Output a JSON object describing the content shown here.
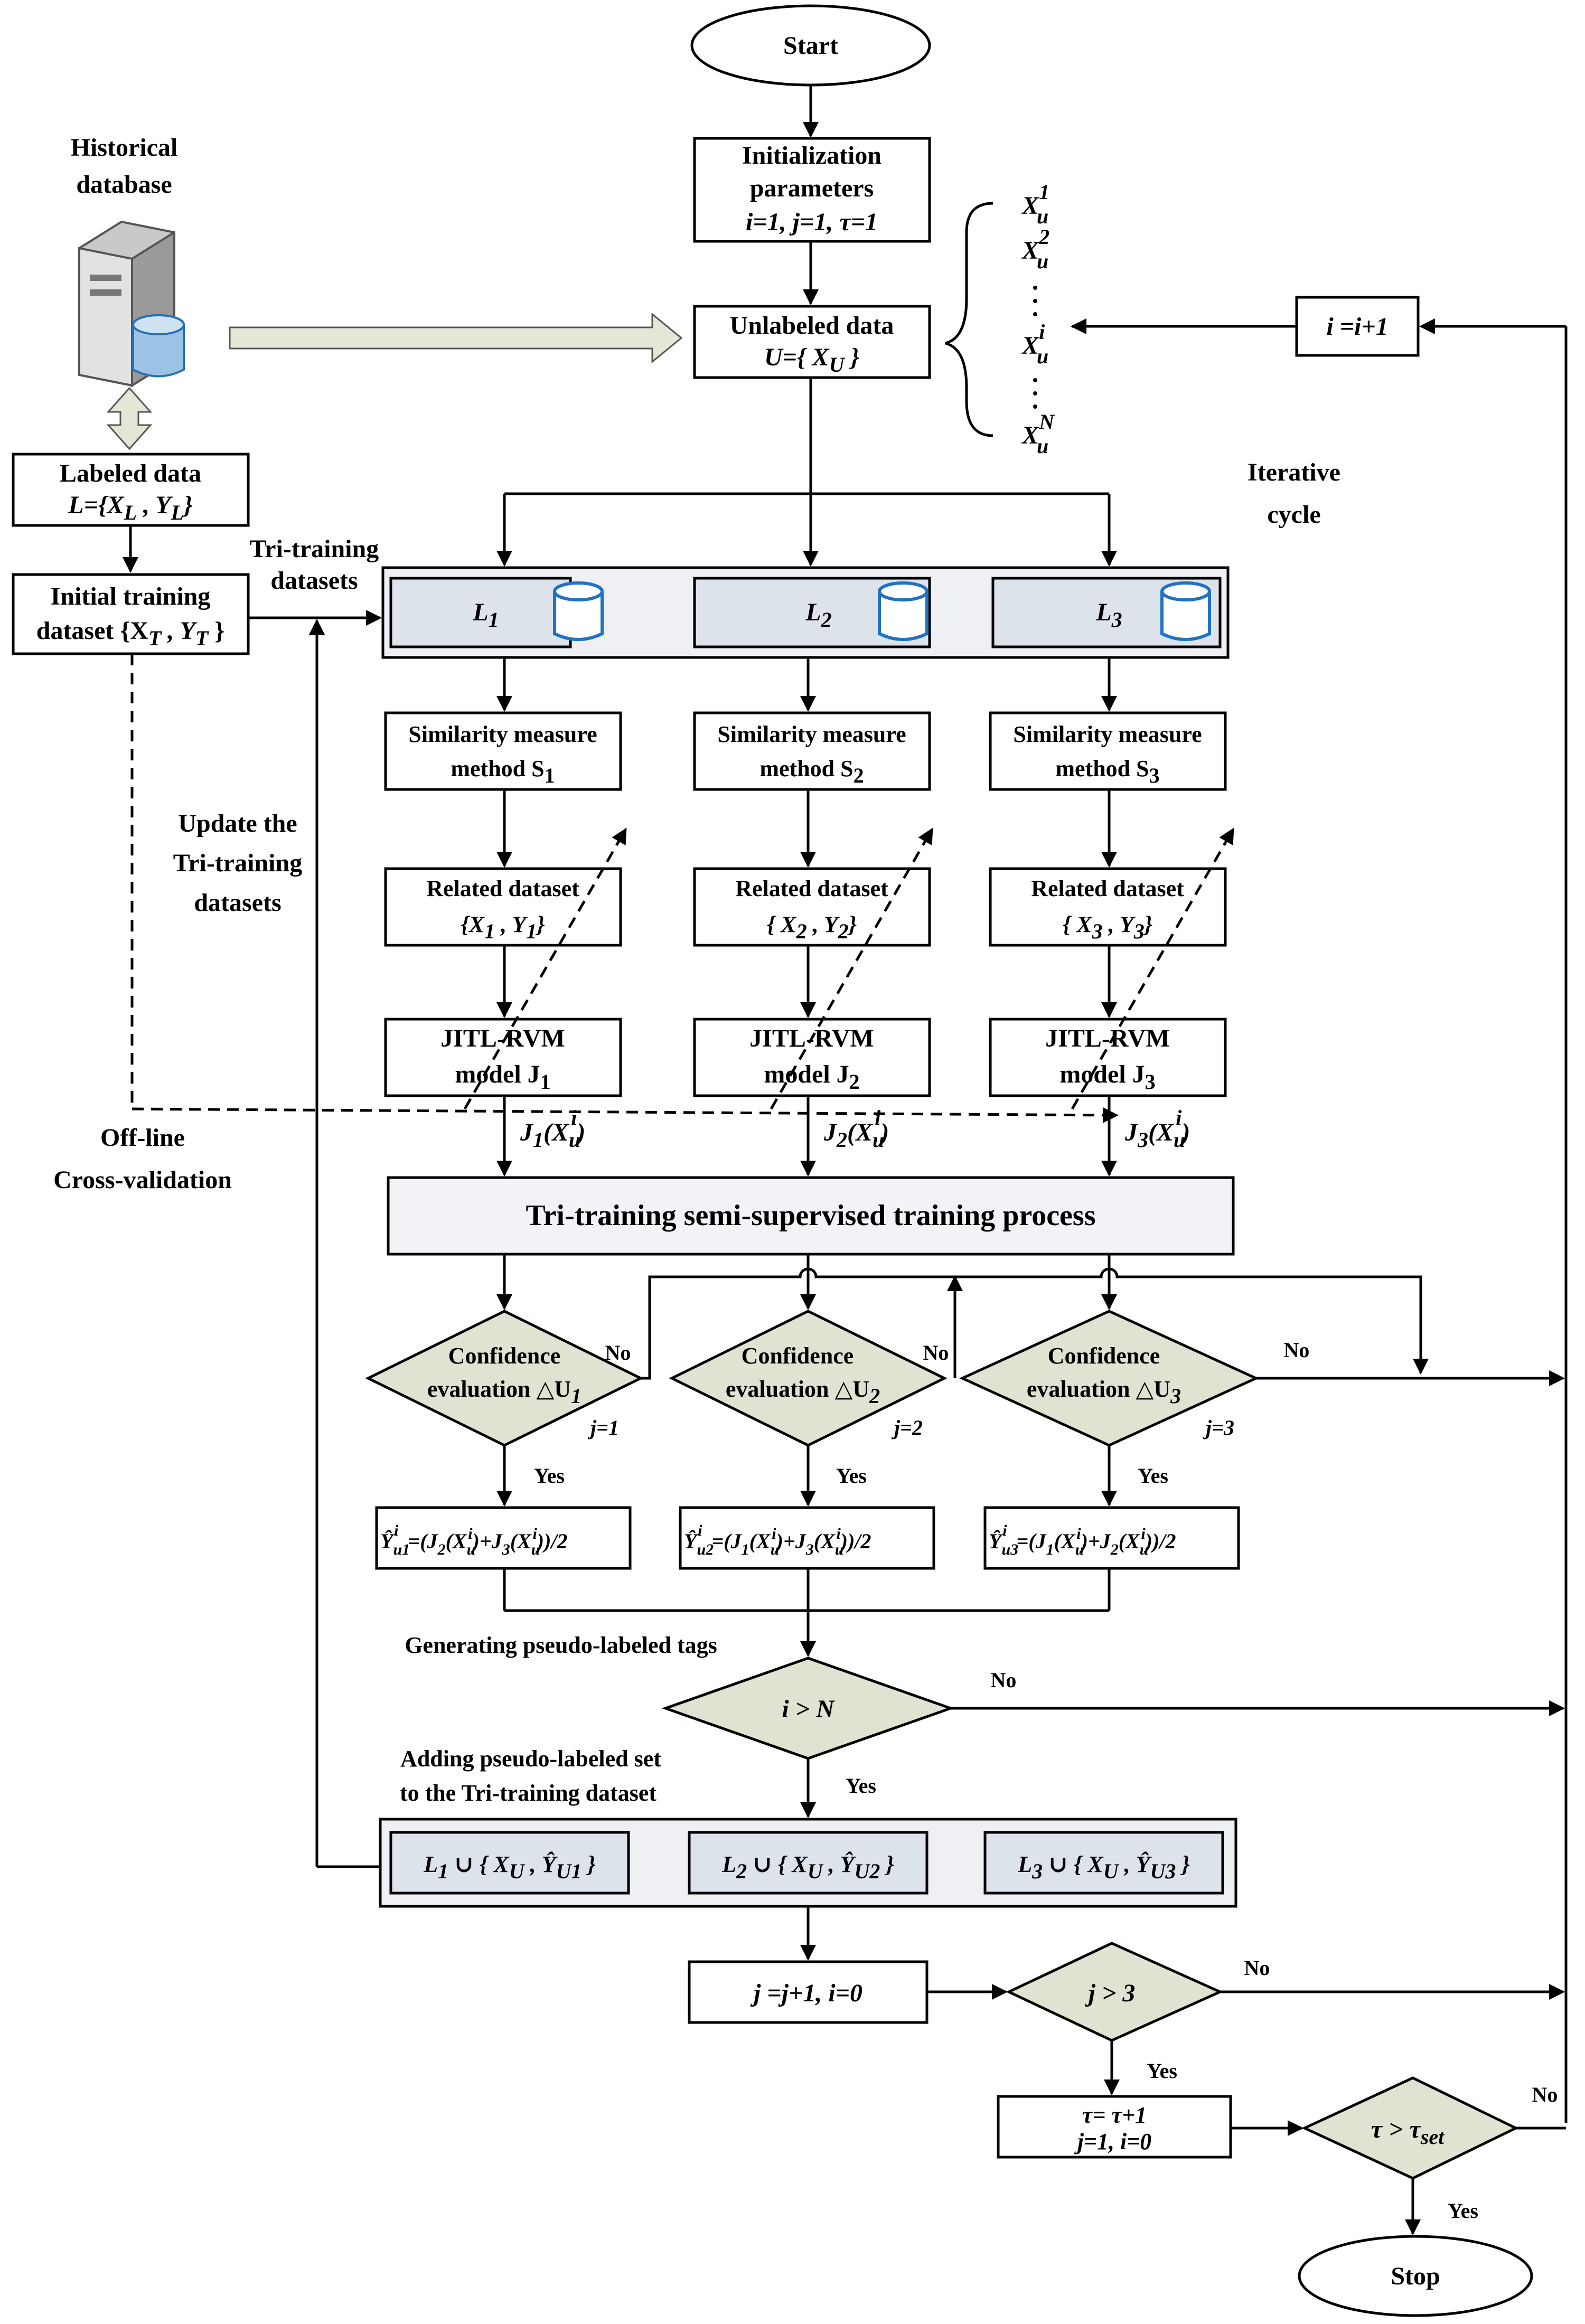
{
  "nodes": {
    "start": "Start",
    "stop": "Stop",
    "init_l1": "Initialization",
    "init_l2": "parameters",
    "init_l3": "i=1,  j=1,  τ=1",
    "unlabeled_l1": "Unlabeled data",
    "unlabeled_l2": "U={ X",
    "unlabeled_sub": "U",
    "unlabeled_end": " }",
    "i_update": "i =i+1",
    "historical_l1": "Historical",
    "historical_l2": "database",
    "labeled_l1": "Labeled data",
    "labeled_l2": "L={X",
    "labeled_l2b": " ,  Y",
    "labeled_l2c": "}",
    "initial_l1": "Initial training",
    "initial_l2": "dataset {X",
    "initial_l2b": " , Y",
    "initial_l2c": " }",
    "tri_datasets_l1": "Tri-training",
    "tri_datasets_l2": "datasets",
    "update_l1": "Update the",
    "update_l2": "Tri-training",
    "update_l3": "datasets",
    "offline_l1": "Off-line",
    "offline_l2": "Cross-validation",
    "iterative_l1": "Iterative",
    "iterative_l2": "cycle",
    "tri_process": "Tri-training   semi-supervised   training   process",
    "generating": "Generating  pseudo-labeled tags",
    "adding_l1": "Adding pseudo-labeled set",
    "adding_l2": "to the Tri-training dataset",
    "decision_i": "i > N",
    "j_update": "j =j+1, i=0",
    "decision_j": "j > 3",
    "tau_l1": "τ=  τ+1",
    "tau_l2": "j=1,  i=0",
    "decision_tau": "τ > τ",
    "decision_tau_sub": "set"
  },
  "unlabeled_list": {
    "x": "X",
    "u": "u",
    "sups": [
      "1",
      "2",
      "i",
      "N"
    ]
  },
  "branches": [
    {
      "L": "L",
      "idx": "1",
      "sim_l1": "Similarity measure",
      "sim_l2": "method S",
      "sim_sub": "1",
      "rel_l1": "Related dataset",
      "rel_l2": "{X",
      "rel_l2b": " ,  Y",
      "rel_l2c": "}",
      "jitl_l1": "JITL-RVM",
      "jitl_l2": "model J",
      "out": "J",
      "out_arg": "(X",
      "out_sup": "i",
      "out_end": ")",
      "conf_l1": "Confidence",
      "conf_l2": "evaluation △U",
      "j_label": "j=1",
      "no": "No",
      "yes": "Yes",
      "formula": "(J2(Xui)+J3(Xui))/2",
      "formula_pre": "=(J",
      "f_a": "2",
      "f_b": "+J",
      "f_c": "3",
      "f_end": "))/2",
      "pseudo_pre": "L",
      "pseudo_mid": " ∪ { X",
      "pseudo_sub": "U",
      "pseudo_y": " , Ŷ",
      "pseudo_ysub": "U1",
      "pseudo_end": " }"
    },
    {
      "L": "L",
      "idx": "2",
      "sim_l1": "Similarity measure",
      "sim_l2": "method S",
      "sim_sub": "2",
      "rel_l1": "Related dataset",
      "rel_l2": "{ X",
      "rel_l2b": " ,  Y",
      "rel_l2c": "}",
      "jitl_l1": "JITL-RVM",
      "jitl_l2": "model J",
      "out": "J",
      "out_arg": "(X",
      "out_sup": "i",
      "out_end": ")",
      "conf_l1": "Confidence",
      "conf_l2": "evaluation △U",
      "j_label": "j=2",
      "no": "No",
      "yes": "Yes",
      "formula": "(J1(Xui)+J3(Xui))/2",
      "formula_pre": "=(J",
      "f_a": "1",
      "f_b": "+J",
      "f_c": "3",
      "f_end": "))/2",
      "pseudo_pre": "L",
      "pseudo_mid": " ∪ { X",
      "pseudo_sub": "U",
      "pseudo_y": " , Ŷ",
      "pseudo_ysub": "U2",
      "pseudo_end": " }"
    },
    {
      "L": "L",
      "idx": "3",
      "sim_l1": "Similarity measure",
      "sim_l2": "method S",
      "sim_sub": "3",
      "rel_l1": "Related dataset",
      "rel_l2": "{ X",
      "rel_l2b": " ,  Y",
      "rel_l2c": "}",
      "jitl_l1": "JITL-RVM",
      "jitl_l2": "model J",
      "out": "J",
      "out_arg": "(X",
      "out_sup": "i",
      "out_end": ")",
      "conf_l1": "Confidence",
      "conf_l2": "evaluation △U",
      "j_label": "j=3",
      "no": "No",
      "yes": "Yes",
      "formula": "(J1(Xui)+J2(Xui))/2",
      "formula_pre": "=(J",
      "f_a": "1",
      "f_b": "+J",
      "f_c": "2",
      "f_end": "))/2",
      "pseudo_pre": "L",
      "pseudo_mid": " ∪ { X",
      "pseudo_sub": "U",
      "pseudo_y": " , Ŷ",
      "pseudo_ysub": "U3",
      "pseudo_end": " }"
    }
  ],
  "edge_labels": {
    "no": "No",
    "yes": "Yes"
  }
}
